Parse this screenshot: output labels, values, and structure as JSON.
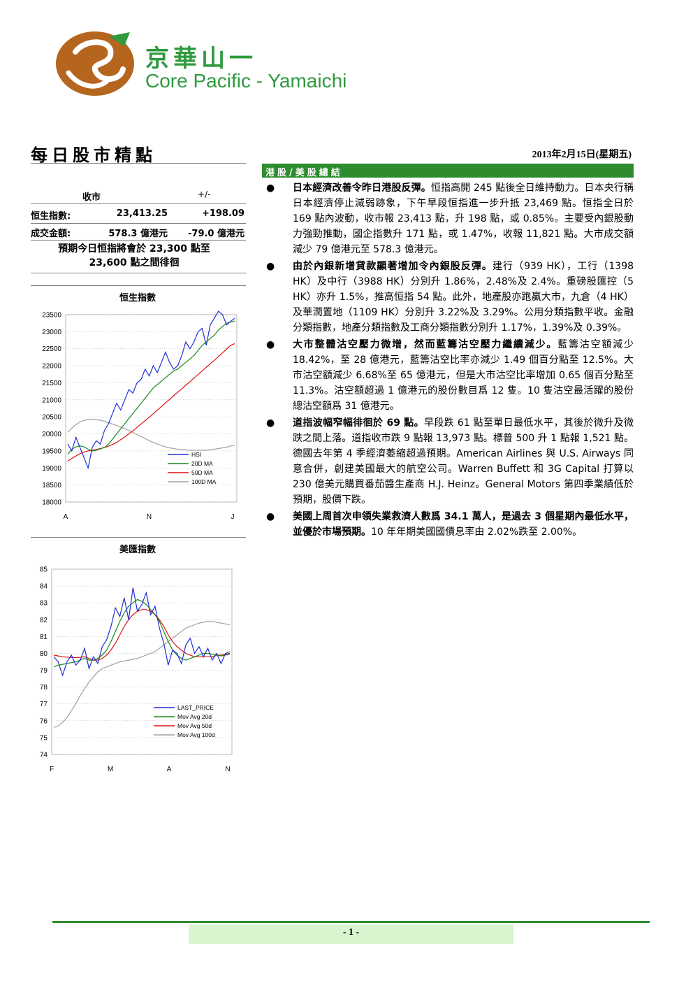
{
  "brand": {
    "name_cn": "京華山一",
    "name_en": "Core Pacific - Yamaichi"
  },
  "header": {
    "title": "每日股市精點",
    "date": "2013年2月15日(星期五)"
  },
  "market": {
    "col_close": "收市",
    "col_change": "+/-",
    "rows": [
      {
        "label": "恒生指數:",
        "close": "23,413.25",
        "change": "+198.09"
      },
      {
        "label": "成交金額:",
        "close": "578.3 億港元",
        "change": "-79.0 億港元"
      }
    ],
    "forecast_line1": "預期今日恒指將會於 23,300 點至",
    "forecast_line2": "23,600 點之間徘徊"
  },
  "section": {
    "title": "港股/美股總結"
  },
  "news": [
    {
      "headline": "日本經濟改善令昨日港股反彈。",
      "body": "恒指高開 245 點後全日維持動力。日本央行稱日本經濟停止減弱跡象，下午早段恒指進一步升抵 23,469 點。恒指全日於 169 點內波動，收市報 23,413 點，升 198 點，或 0.85%。主要受內銀股動力強勁推動，國企指數升 171 點，或 1.47%，收報 11,821 點。大市成交額減少 79 億港元至 578.3 億港元。"
    },
    {
      "headline": "由於內銀新增貸款顯著增加令內銀股反彈。",
      "body": "建行（939 HK），工行（1398 HK）及中行（3988 HK）分別升 1.86%，2.48%及 2.4%。重磅股匯控（5 HK）亦升 1.5%，推高恒指 54 點。此外，地產股亦跑贏大市，九倉（4 HK）及華潤置地（1109 HK）分別升 3.22%及 3.29%。公用分類指數平收。金融分類指數，地產分類指數及工商分類指數分別升 1.17%，1.39%及 0.39%。"
    },
    {
      "headline": "大市整體沽空壓力微增，然而藍籌沽空壓力繼續減少。",
      "body": "藍籌沽空額減少 18.42%，至 28 億港元，藍籌沽空比率亦減少 1.49 個百分點至 12.5%。大市沽空額減少 6.68%至 65 億港元，但是大市沽空比率增加 0.65 個百分點至 11.3%。沽空額超過 1 億港元的股份數目爲 12 隻。10 隻沽空最活躍的股份總沽空額爲 31 億港元。"
    },
    {
      "headline": "道指波幅窄幅徘徊於 69 點。",
      "body": "早段跌 61 點至單日最低水平，其後於微升及微跌之間上落。道指收市跌 9 點報 13,973 點。標普 500 升 1 點報 1,521 點。德國去年第 4 季經濟萎縮超過預期。American Airlines 與 U.S. Airways 同意合併，創建美國最大的航空公司。Warren Buffett 和 3G Capital 打算以 230 億美元購買番茄醬生產商 H.J. Heinz。General Motors 第四季業績低於預期，股價下跌。"
    },
    {
      "headline": "美國上周首次申領失業救濟人數爲 34.1 萬人，是過去 3 個星期內最低水平，並優於市場預期。",
      "body": "10 年年期美國國債息率由 2.02%跌至 2.00%。"
    }
  ],
  "chart_data": [
    {
      "type": "line",
      "title": "恒生指數",
      "ylim": [
        18000,
        23500
      ],
      "yticks": [
        18000,
        18500,
        19000,
        19500,
        20000,
        20500,
        21000,
        21500,
        22000,
        22500,
        23000,
        23500
      ],
      "xticks": [
        "A",
        "N",
        "J"
      ],
      "series": [
        {
          "name": "HSI",
          "color": "#1f2fd6",
          "values": [
            19700,
            19500,
            19900,
            19600,
            19300,
            19000,
            19600,
            19800,
            19700,
            20100,
            20300,
            20600,
            20900,
            20700,
            21000,
            21300,
            21200,
            21500,
            21600,
            21900,
            21700,
            22000,
            21800,
            22100,
            22400,
            22100,
            21900,
            22000,
            22300,
            22700,
            22500,
            22700,
            23000,
            23100,
            22600,
            23200,
            23400,
            23600,
            23500,
            23200,
            23300,
            23400
          ]
        },
        {
          "name": "20D MA",
          "color": "#1a8a1a",
          "values": [
            19400,
            19550,
            19620,
            19650,
            19620,
            19550,
            19500,
            19520,
            19560,
            19600,
            19700,
            19850,
            20000,
            20150,
            20300,
            20450,
            20600,
            20750,
            20900,
            21050,
            21200,
            21350,
            21450,
            21550,
            21650,
            21750,
            21850,
            21900,
            22000,
            22100,
            22200,
            22300,
            22450,
            22600,
            22700,
            22800,
            22900,
            23050,
            23150,
            23250,
            23280,
            23310
          ]
        },
        {
          "name": "50D MA",
          "color": "#e01010",
          "values": [
            19200,
            19280,
            19350,
            19420,
            19470,
            19500,
            19520,
            19540,
            19570,
            19600,
            19640,
            19690,
            19750,
            19830,
            19910,
            20000,
            20090,
            20190,
            20290,
            20390,
            20490,
            20590,
            20700,
            20800,
            20910,
            21010,
            21120,
            21220,
            21320,
            21430,
            21530,
            21640,
            21740,
            21850,
            21950,
            22060,
            22160,
            22270,
            22380,
            22490,
            22600,
            22650
          ]
        },
        {
          "name": "100D MA",
          "color": "#a0a0a0",
          "values": [
            20050,
            20170,
            20270,
            20350,
            20400,
            20420,
            20430,
            20420,
            20400,
            20370,
            20330,
            20290,
            20250,
            20200,
            20150,
            20100,
            20040,
            19980,
            19920,
            19860,
            19800,
            19750,
            19700,
            19660,
            19620,
            19590,
            19570,
            19550,
            19540,
            19530,
            19520,
            19520,
            19520,
            19520,
            19520,
            19530,
            19550,
            19570,
            19590,
            19610,
            19640,
            19670
          ]
        }
      ]
    },
    {
      "type": "line",
      "title": "美匯指數",
      "ylim": [
        74,
        85
      ],
      "yticks": [
        74,
        75,
        76,
        77,
        78,
        79,
        80,
        81,
        82,
        83,
        84,
        85
      ],
      "xticks": [
        "F",
        "M",
        "A",
        "N"
      ],
      "series": [
        {
          "name": "LAST_PRICE",
          "color": "#1f2fd6",
          "values": [
            79.8,
            79.5,
            78.7,
            79.5,
            79.9,
            79.3,
            79.6,
            80.3,
            79.1,
            79.8,
            79.4,
            80.4,
            80.8,
            81.6,
            82.7,
            82.2,
            83.3,
            82.0,
            83.9,
            82.5,
            82.9,
            83.6,
            82.3,
            82.8,
            81.5,
            80.6,
            79.3,
            80.2,
            80.0,
            79.4,
            80.5,
            80.9,
            80.0,
            80.4,
            79.8,
            80.3,
            79.6,
            80.0,
            79.4,
            80.0,
            80.1
          ]
        },
        {
          "name": "Mov Avg 20d",
          "color": "#1a8a1a",
          "values": [
            79.2,
            79.3,
            79.35,
            79.4,
            79.45,
            79.5,
            79.6,
            79.7,
            79.6,
            79.6,
            79.7,
            79.9,
            80.2,
            80.7,
            81.3,
            81.9,
            82.4,
            82.8,
            83.0,
            83.2,
            83.1,
            82.9,
            82.6,
            82.3,
            81.9,
            81.3,
            80.7,
            80.2,
            79.9,
            79.7,
            79.6,
            79.7,
            79.8,
            79.9,
            80.0,
            80.0,
            79.95,
            79.9,
            79.85,
            79.9,
            79.95
          ]
        },
        {
          "name": "Mov Avg 50d",
          "color": "#e01010",
          "values": [
            79.9,
            79.85,
            79.8,
            79.78,
            79.76,
            79.75,
            79.76,
            79.8,
            79.7,
            79.6,
            79.6,
            79.7,
            79.9,
            80.2,
            80.6,
            81.1,
            81.6,
            82.0,
            82.3,
            82.5,
            82.6,
            82.6,
            82.5,
            82.3,
            82.0,
            81.6,
            81.1,
            80.7,
            80.4,
            80.2,
            80.0,
            79.9,
            79.8,
            79.8,
            79.8,
            79.8,
            79.8,
            79.9,
            79.9,
            79.95,
            80.0
          ]
        },
        {
          "name": "Mov Avg 100d",
          "color": "#a0a0a0",
          "values": [
            75.6,
            75.7,
            75.9,
            76.2,
            76.6,
            77.0,
            77.5,
            77.9,
            78.3,
            78.6,
            78.9,
            79.1,
            79.2,
            79.3,
            79.4,
            79.5,
            79.55,
            79.6,
            79.65,
            79.7,
            79.8,
            79.9,
            80.0,
            80.1,
            80.3,
            80.5,
            80.7,
            80.9,
            81.1,
            81.3,
            81.5,
            81.6,
            81.7,
            81.8,
            81.85,
            81.9,
            81.9,
            81.85,
            81.8,
            81.75,
            81.7
          ]
        }
      ]
    }
  ]
}
